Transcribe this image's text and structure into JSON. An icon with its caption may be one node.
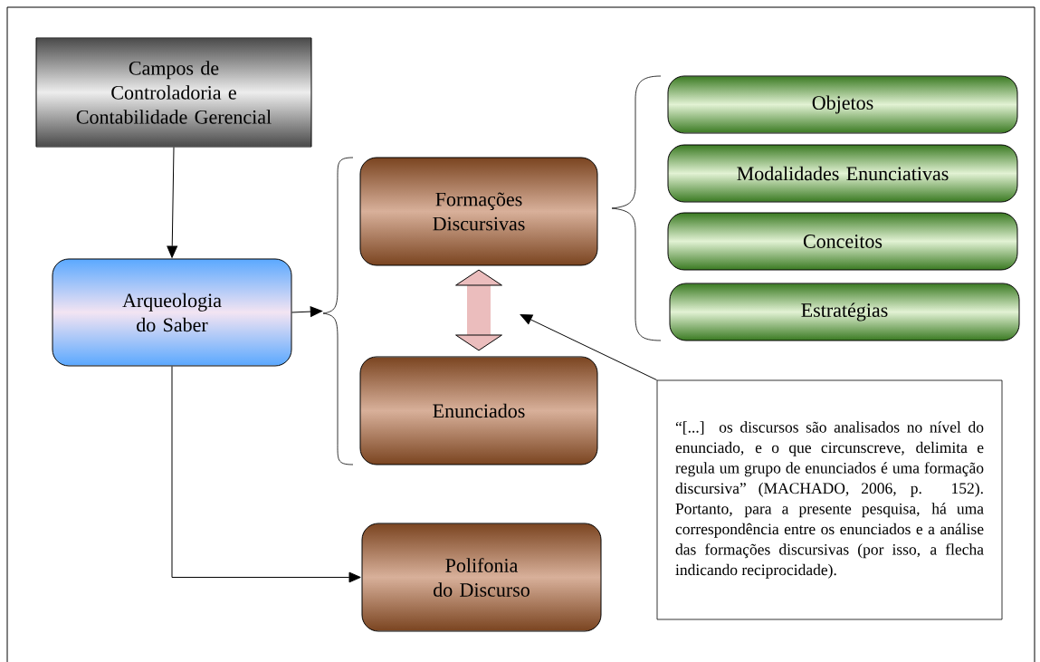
{
  "diagram": {
    "nodes": [
      {
        "text": [
          "Campos de Controladoria e Contabilidade Gerencial"
        ]
      },
      {
        "text": [
          "Arqueologia do Saber"
        ]
      },
      {
        "text": [
          "Formações Discursivas"
        ]
      },
      {
        "text": [
          "Enunciados"
        ]
      },
      {
        "text": [
          "Objetos"
        ]
      },
      {
        "text": [
          "Modalidades Enunciativas"
        ]
      },
      {
        "text": [
          "Conceitos"
        ]
      },
      {
        "text": [
          "Estratégias"
        ]
      },
      {
        "text": [
          "Polifonia do Discurso"
        ]
      },
      {
        "text": [
          "“[...] os discursos são analisados no nível do enunciado, e o que circunscreve, delimita e regula um grupo de enunciados é uma formação discursiva” (MACHADO, 2006, p. 152). Portanto, para a presente pesquisa, há uma correspondência entre os enunciados e a análise das formações discursivas (por isso, a flecha indicando reciprocidade)."
        ]
      },
      {
        "text": [],
        "shape": "brace"
      }
    ],
    "edges": [
      {
        "from": 0,
        "to": 1,
        "arrow": "to"
      },
      {
        "from": 1,
        "to": 10,
        "arrow": "to"
      },
      {
        "from": 2,
        "to": 3,
        "arrow": "both",
        "style": "thick",
        "color": "#ebbdbd"
      },
      {
        "from": 9,
        "to": null,
        "arrow": "to"
      },
      {
        "from": 1,
        "to": 8,
        "arrow": "to"
      }
    ]
  }
}
